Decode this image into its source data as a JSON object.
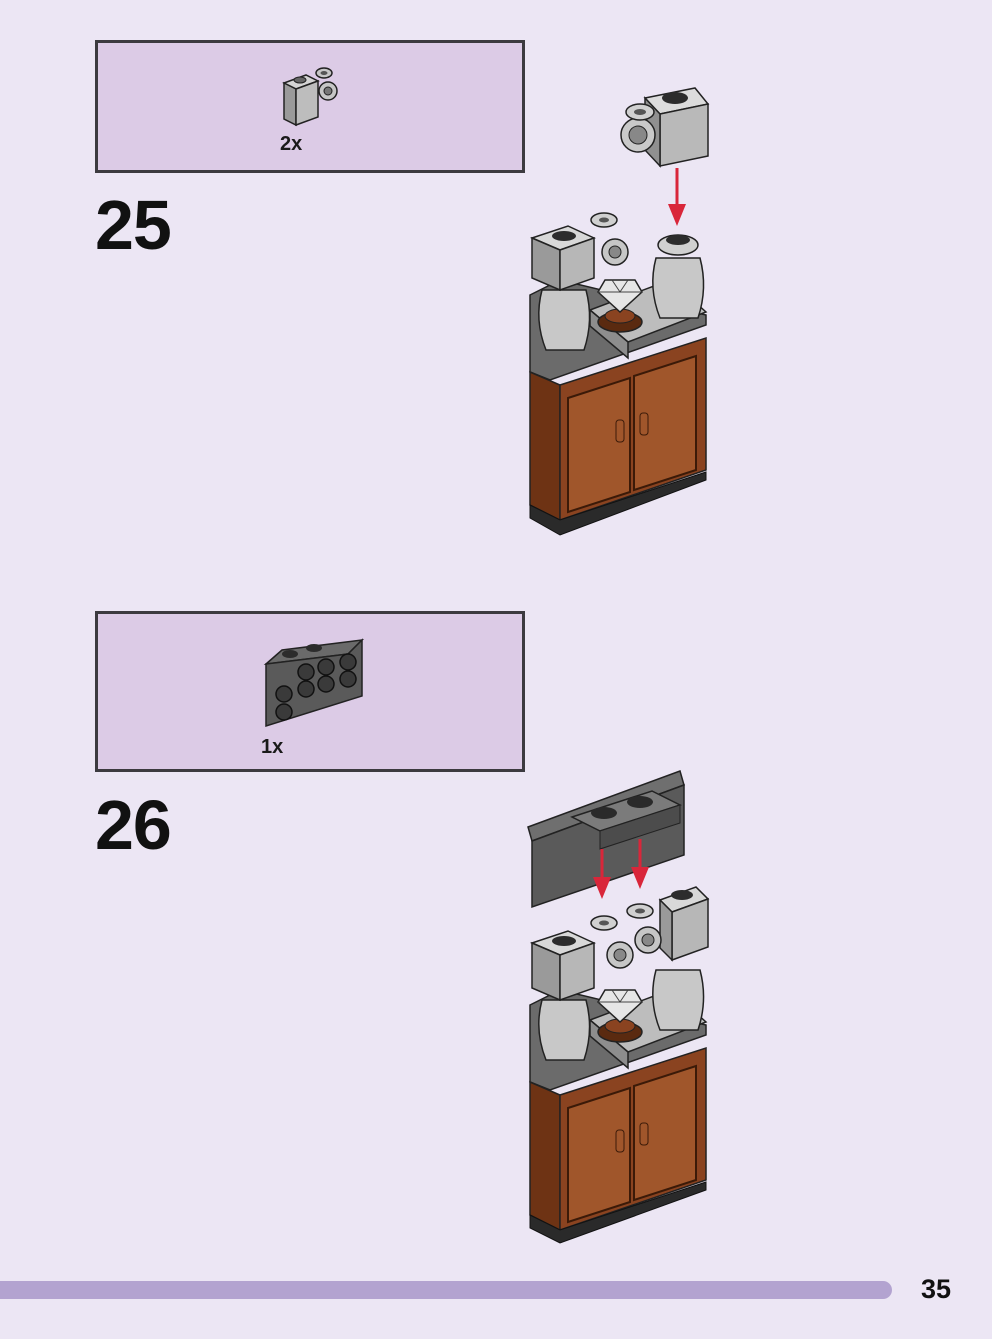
{
  "steps": [
    {
      "number": "25",
      "parts": [
        {
          "name": "light-gray-bracket-with-clip",
          "quantity": "2x"
        }
      ]
    },
    {
      "number": "26",
      "parts": [
        {
          "name": "dark-gray-bracket-plate",
          "quantity": "1x"
        }
      ]
    }
  ],
  "page_number": "35",
  "colors": {
    "background": "#ece6f4",
    "parts_box": "#dccbe6",
    "parts_box_border": "#3c3a3f",
    "footer_bar": "#b3a3d0",
    "arrow": "#d9263a",
    "cabinet_brown": "#8a4320",
    "light_gray": "#a8a8a8",
    "dark_gray": "#5c5c5c"
  }
}
